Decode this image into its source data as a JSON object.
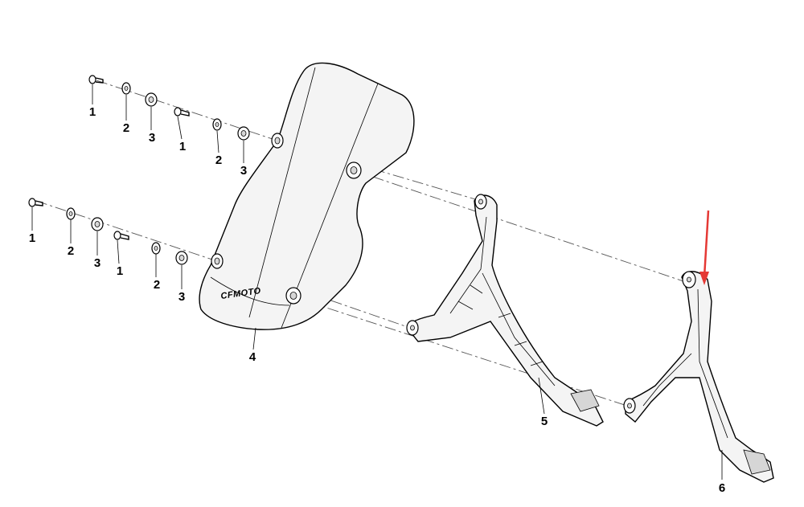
{
  "diagram": {
    "callouts": {
      "bolt": "1",
      "washer": "2",
      "grommet": "3",
      "windshield": "4",
      "left_bracket": "5",
      "right_bracket": "6"
    },
    "brand_mark": "CFMOTO",
    "arrow_color": "#e53935"
  }
}
